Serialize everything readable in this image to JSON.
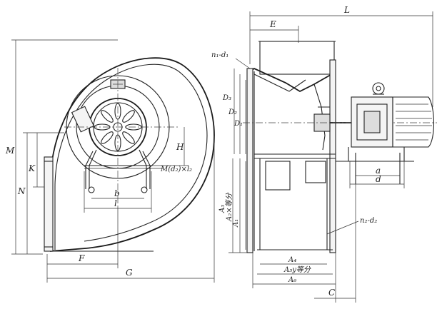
{
  "labels": {
    "L": "L",
    "E": "E",
    "M": "M",
    "K": "K",
    "N": "N",
    "H": "H",
    "F": "F",
    "G": "G",
    "b": "b",
    "l": "l",
    "bolt": "M(d₂)×l₂",
    "n1d1": "n₁-d₁",
    "n2d2": "n₂-d₂",
    "D3": "D₃",
    "D2": "D₂",
    "D1": "D₁",
    "A3": "A₃",
    "A2x": "A₂×等分",
    "A1": "A₁",
    "A4": "A₄",
    "A5y": "A₅y等分",
    "A6": "A₆",
    "C": "C",
    "a": "a",
    "d": "d"
  }
}
